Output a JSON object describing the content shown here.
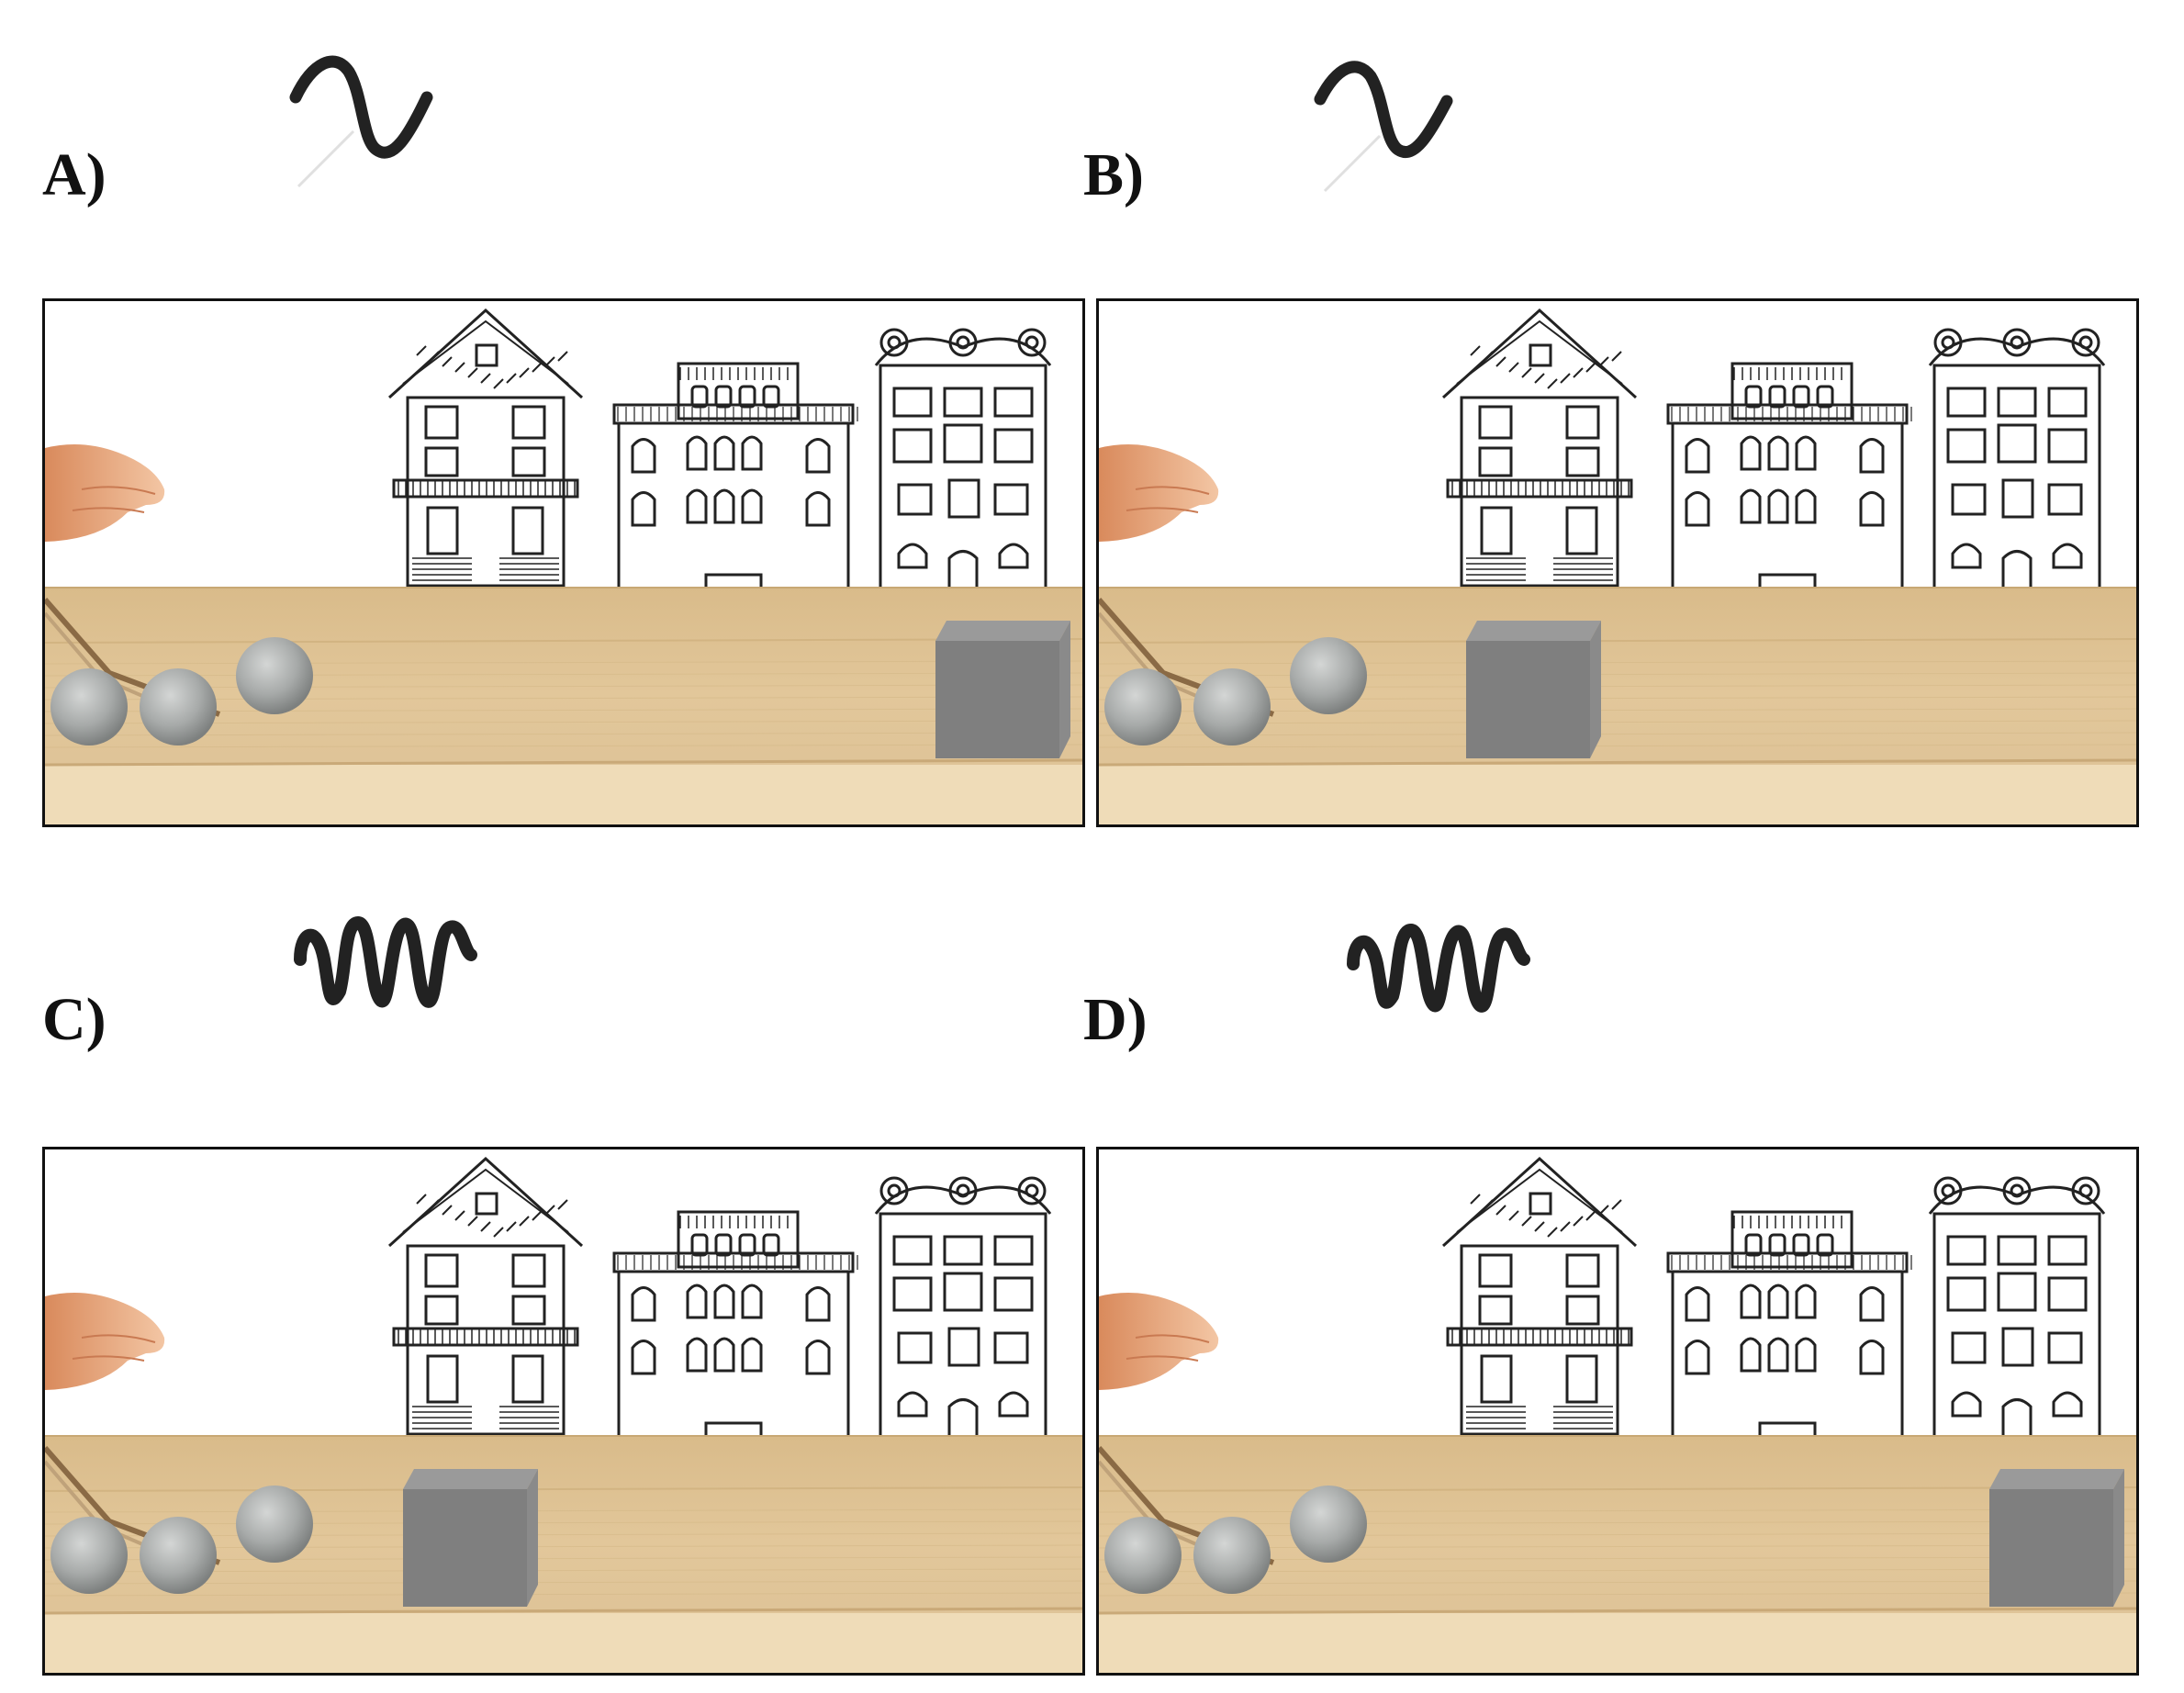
{
  "panels": [
    {
      "id": "A",
      "label": "A)",
      "wave": "slow-wave-icon",
      "box_pos": "right"
    },
    {
      "id": "B",
      "label": "B)",
      "wave": "slow-wave-icon",
      "box_pos": "near"
    },
    {
      "id": "C",
      "label": "C)",
      "wave": "fast-wave-icon",
      "box_pos": "near"
    },
    {
      "id": "D",
      "label": "D)",
      "wave": "fast-wave-icon",
      "box_pos": "right"
    }
  ],
  "colors": {
    "table_top": "#e2c79a",
    "table_front": "#d6b786",
    "table_edge": "#efdcb8",
    "ball": "#a7aaa9",
    "box": "#7f7f7f",
    "box_top": "#9a9a9a",
    "hand": "#e7a77d",
    "wave": "#222222"
  }
}
